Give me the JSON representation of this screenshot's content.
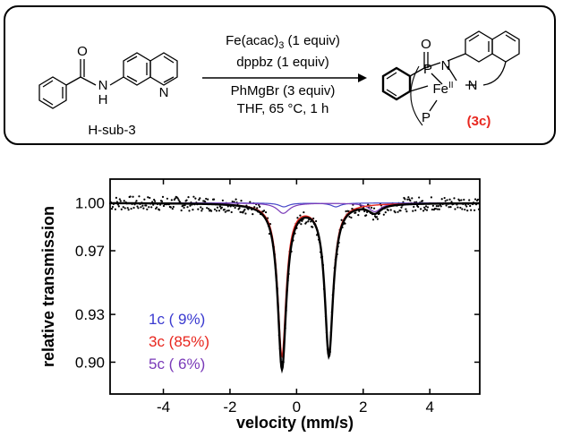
{
  "scheme": {
    "reactant_label": "H-sub-3",
    "reagent_line1": "Fe(acac)",
    "reagent_line1_sub": "3",
    "reagent_line1_tail": " (1 equiv)",
    "reagent_line2": "dppbz (1 equiv)",
    "reagent_line3": "PhMgBr (3 equiv)",
    "reagent_line4": "THF, 65 °C, 1 h",
    "product_label": "(3c)",
    "atoms": {
      "o1": "O",
      "n1": "N",
      "h1": "H",
      "n2": "N",
      "o2": "O",
      "p1": "P",
      "n3": "N",
      "fe": "Fe",
      "fe_ox": "II",
      "n4": "N",
      "p2": "P"
    },
    "colors": {
      "product_label": "#e8261e"
    }
  },
  "chart_data": {
    "type": "scatter",
    "xlabel": "velocity (mm/s)",
    "ylabel": "relative transmission",
    "xlim": [
      -5.6,
      5.5
    ],
    "ylim": [
      0.88,
      1.015
    ],
    "xticks": [
      -4,
      -2,
      0,
      2,
      4
    ],
    "yticks": [
      0.9,
      0.93,
      0.97,
      1.0
    ],
    "ytick_labels": [
      "0.90",
      "0.93",
      "0.97",
      "1.00"
    ],
    "grid": false,
    "legend": {
      "position": "bottom-left",
      "entries": [
        {
          "label": "1c ( 9%)",
          "color": "#3a3ad0"
        },
        {
          "label": "3c (85%)",
          "color": "#e8261e"
        },
        {
          "label": "5c ( 6%)",
          "color": "#7a3ab8"
        }
      ]
    },
    "components": [
      {
        "name": "1c ( 9%)",
        "color": "#4848c8",
        "doublet": [
          [
            -0.38,
            0.08,
            0.35
          ],
          [
            1.18,
            0.08,
            0.35
          ]
        ],
        "extra": []
      },
      {
        "name": "3c (85%)",
        "color": "#e8261e",
        "doublet": [
          [
            -0.44,
            0.905,
            0.3
          ],
          [
            0.97,
            0.906,
            0.3
          ]
        ],
        "extra": []
      },
      {
        "name": "5c ( 6%)",
        "color": "#7a3ab8",
        "doublet": [
          [
            -0.4,
            0.09,
            0.45
          ],
          [
            2.35,
            0.075,
            0.45
          ]
        ],
        "extra": []
      }
    ],
    "fit_color": "#000000",
    "data_color": "#000000"
  }
}
